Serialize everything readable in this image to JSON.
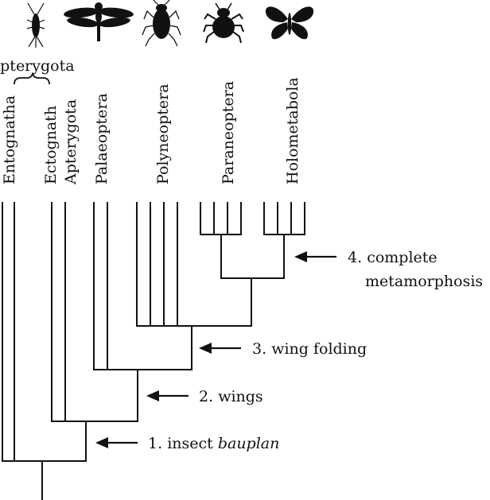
{
  "diagram": {
    "group_label": "Apterygota",
    "taxa": [
      {
        "id": "entognatha",
        "label": "Entognatha"
      },
      {
        "id": "ectognath",
        "label_line1": "Ectognath",
        "label_line2": "Apterygota"
      },
      {
        "id": "palaeoptera",
        "label": "Palaeoptera"
      },
      {
        "id": "polyneoptera",
        "label": "Polyneoptera"
      },
      {
        "id": "paraneoptera",
        "label": "Paraneoptera"
      },
      {
        "id": "holometabola",
        "label": "Holometabola"
      }
    ],
    "events": [
      {
        "number": "1.",
        "text": "insect",
        "italic": "bauplan"
      },
      {
        "number": "2.",
        "text": "wings"
      },
      {
        "number": "3.",
        "text": "wing folding"
      },
      {
        "number": "4.",
        "text": "complete",
        "text_line2": "metamorphosis"
      }
    ],
    "silhouettes": [
      "silverfish-icon",
      "dragonfly-icon",
      "cockroach-icon",
      "louse-icon",
      "butterfly-icon"
    ]
  }
}
